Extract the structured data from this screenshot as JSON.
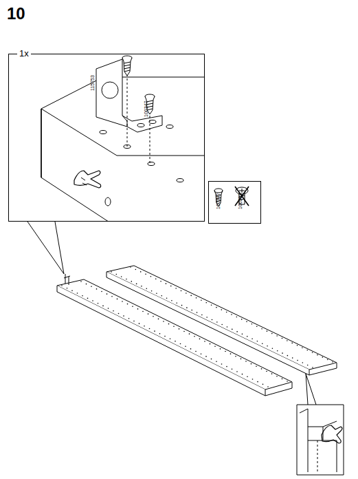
{
  "diagram": {
    "title": "10",
    "nodes": [
      {
        "text": [
          "1x"
        ]
      },
      {
        "text": [
          "100347",
          "100362"
        ]
      }
    ],
    "labels": [
      "115753",
      "100347"
    ]
  }
}
